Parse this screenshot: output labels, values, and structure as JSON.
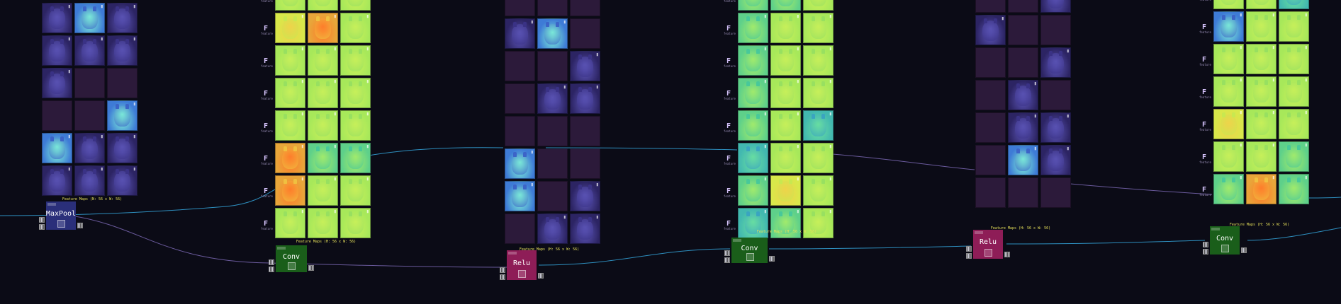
{
  "canvas": {
    "background": "#0b0b16",
    "edge_color_main": "#2e8fbf",
    "edge_color_alt": "#6a5a9c"
  },
  "colors": {
    "maxpool": "#2a2f7a",
    "conv": "#1a5e1a",
    "relu": "#8e1d57",
    "caption": "#e6e05a",
    "blank_cell": "#2c1a3a"
  },
  "feature_marker": {
    "glyph": "F",
    "sub": "feature"
  },
  "layers": [
    {
      "op": "MaxPool",
      "caption": "Feature Maps (N: 56 x W: 56)",
      "fmarks": false,
      "cells": [
        [
          "dark",
          "cyan",
          "dark"
        ],
        [
          "dark",
          "dark",
          "dark"
        ],
        [
          "dark",
          "blank",
          "blank"
        ],
        [
          "blank",
          "blank",
          "cyan"
        ],
        [
          "cyan",
          "dark",
          "dark"
        ],
        [
          "dark",
          "dark",
          "dark"
        ]
      ]
    },
    {
      "op": "Conv",
      "caption": "Feature Maps (H: 56 x W: 56)",
      "fmarks": true,
      "cells": [
        [
          "lime",
          "lime",
          "lime"
        ],
        [
          "yellow",
          "orange",
          "lime"
        ],
        [
          "lime",
          "lime",
          "lime"
        ],
        [
          "lime",
          "lime",
          "lime"
        ],
        [
          "lime",
          "lime",
          "lime"
        ],
        [
          "orange",
          "green",
          "green"
        ],
        [
          "orange",
          "lime",
          "lime"
        ],
        [
          "lime",
          "lime",
          "lime"
        ]
      ]
    },
    {
      "op": "Relu",
      "caption": "Feature Maps (H: 56 x W: 56)",
      "fmarks": false,
      "cells": [
        [
          "blank",
          "blank",
          "blank"
        ],
        [
          "dark",
          "cyan",
          "blank"
        ],
        [
          "blank",
          "blank",
          "dark"
        ],
        [
          "blank",
          "dark",
          "dark"
        ],
        [
          "blank",
          "blank",
          "blank"
        ],
        [
          "cyan",
          "blank",
          "blank"
        ],
        [
          "cyan",
          "blank",
          "dark"
        ],
        [
          "blank",
          "dark",
          "dark"
        ]
      ]
    },
    {
      "op": "Conv",
      "caption": "Feature Maps (H: 56 x W: 56)",
      "fmarks": true,
      "cells": [
        [
          "green",
          "green",
          "lime"
        ],
        [
          "green",
          "lime",
          "lime"
        ],
        [
          "green",
          "lime",
          "lime"
        ],
        [
          "green",
          "lime",
          "lime"
        ],
        [
          "green",
          "lime",
          "teal"
        ],
        [
          "teal",
          "lime",
          "lime"
        ],
        [
          "green",
          "yellow",
          "lime"
        ],
        [
          "teal",
          "green",
          "lime"
        ]
      ]
    },
    {
      "op": "Relu",
      "caption": "Feature Maps (H: 56 x W: 56)",
      "fmarks": false,
      "cells": [
        [
          "blank",
          "blank",
          "dark"
        ],
        [
          "dark",
          "blank",
          "blank"
        ],
        [
          "blank",
          "blank",
          "dark"
        ],
        [
          "blank",
          "dark",
          "blank"
        ],
        [
          "blank",
          "dark",
          "dark"
        ],
        [
          "blank",
          "cyan",
          "dark"
        ],
        [
          "blank",
          "blank",
          "blank"
        ]
      ]
    },
    {
      "op": "Conv",
      "caption": "Feature Maps (H: 56 x W: 56)",
      "fmarks": true,
      "cells": [
        [
          "lime",
          "lime",
          "teal"
        ],
        [
          "cyan",
          "lime",
          "lime"
        ],
        [
          "lime",
          "lime",
          "lime"
        ],
        [
          "lime",
          "lime",
          "lime"
        ],
        [
          "yellow",
          "lime",
          "lime"
        ],
        [
          "lime",
          "lime",
          "green"
        ],
        [
          "green",
          "orange",
          "green"
        ]
      ]
    }
  ]
}
